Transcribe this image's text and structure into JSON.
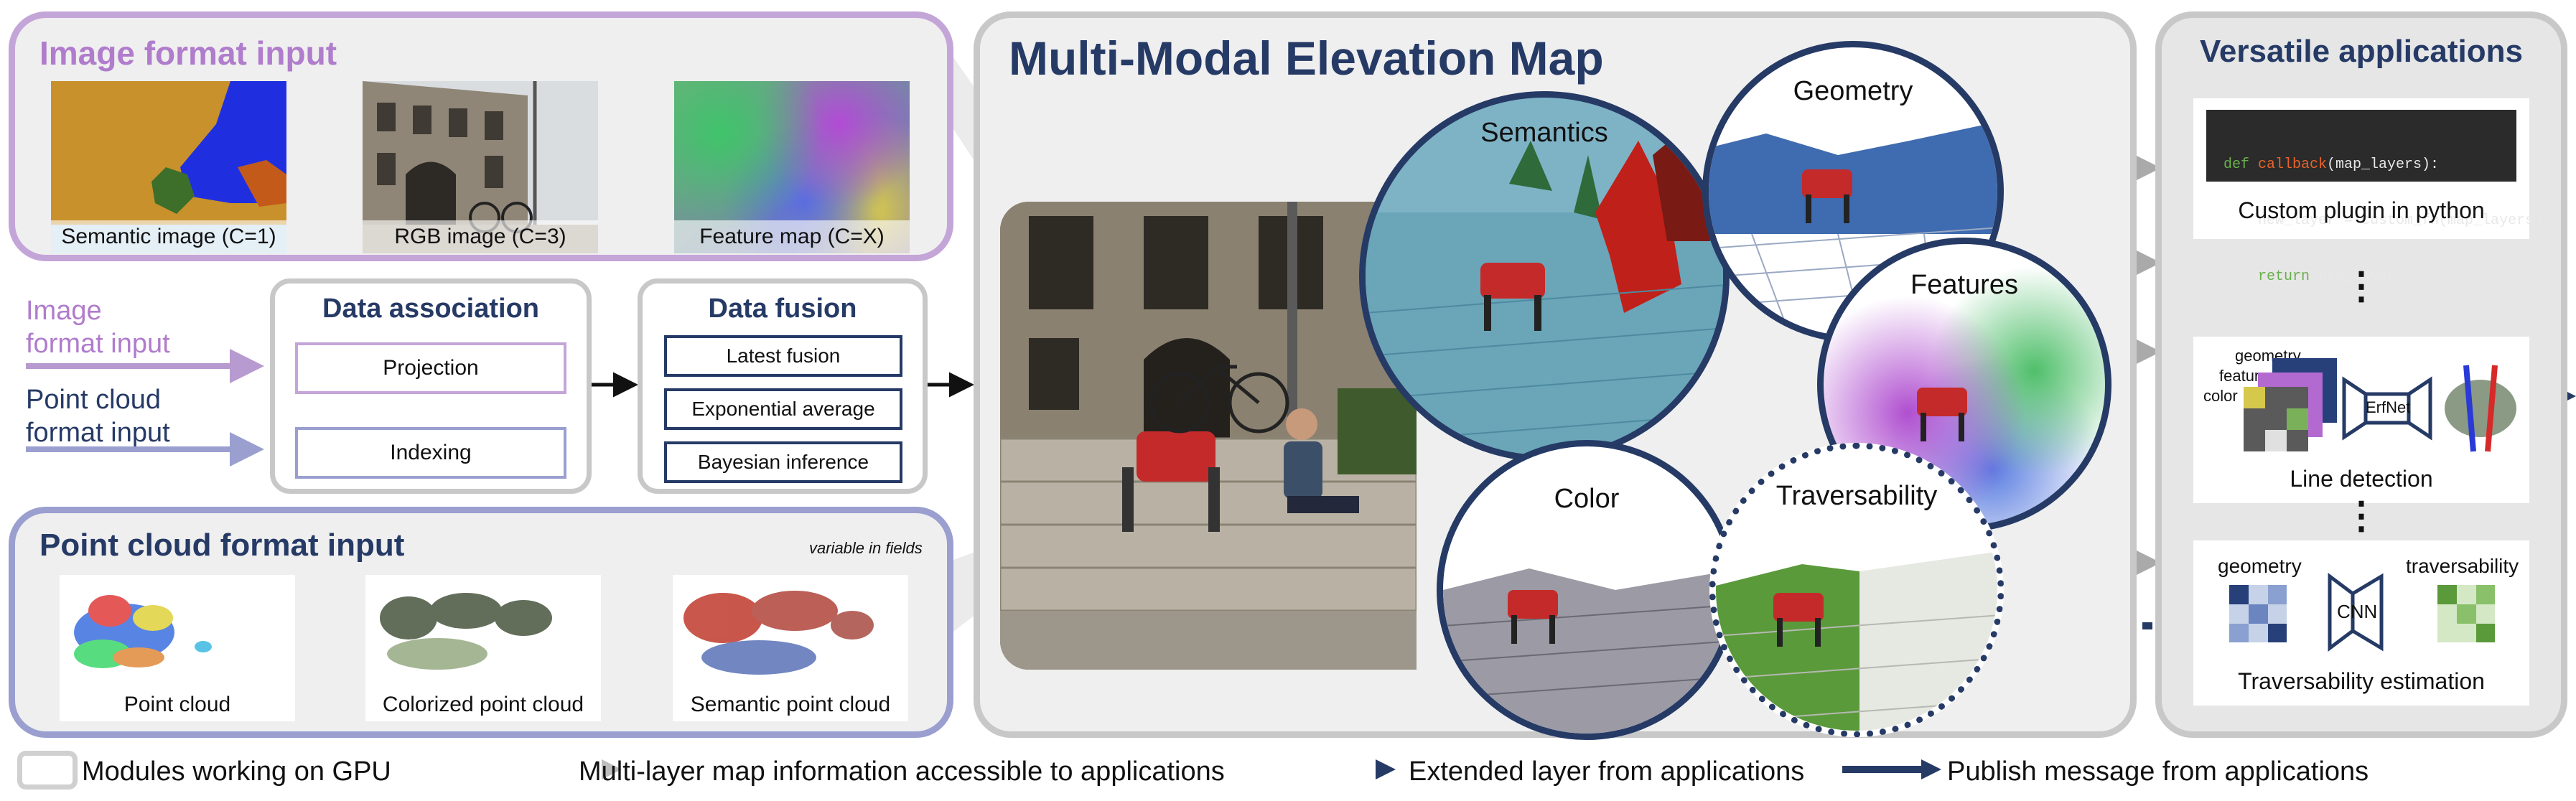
{
  "image_input": {
    "title": "Image format input",
    "thumbs": [
      {
        "caption": "Semantic image (C=1)"
      },
      {
        "caption": "RGB image (C=3)"
      },
      {
        "caption": "Feature map (C=X)"
      }
    ]
  },
  "left_inputs": {
    "image": "Image\nformat input",
    "point": "Point cloud\nformat input"
  },
  "association": {
    "title": "Data association",
    "items": [
      "Projection",
      "Indexing"
    ]
  },
  "fusion": {
    "title": "Data fusion",
    "items": [
      "Latest fusion",
      "Exponential average",
      "Bayesian inference"
    ]
  },
  "pointcloud_input": {
    "title": "Point cloud format input",
    "note": "variable in fields",
    "thumbs": [
      {
        "caption": "Point cloud"
      },
      {
        "caption": "Colorized point cloud"
      },
      {
        "caption": "Semantic point cloud"
      }
    ]
  },
  "elevation_map": {
    "title": "Multi-Modal Elevation Map",
    "layers": [
      "Semantics",
      "Geometry",
      "Features",
      "Color",
      "Traversability"
    ]
  },
  "applications": {
    "title": "Versatile applications",
    "code": [
      {
        "kw": "def ",
        "fn": "callback",
        "rest": "(map_layers):"
      },
      {
        "kw": "",
        "fn": "",
        "rest": "    new_layer = custom_fn(map_layers)"
      },
      {
        "kw": "    return ",
        "fn": "",
        "rest": "new_layer"
      }
    ],
    "plugin_caption": "Custom plugin in python",
    "ellipsis": "⋮",
    "line_detection": {
      "labels": [
        "geometry",
        "feature",
        "color"
      ],
      "net": "ErfNet",
      "caption": "Line detection"
    },
    "traversability": {
      "left_label": "geometry",
      "net": "CNN",
      "right_label": "traversability",
      "caption": "Traversability estimation"
    }
  },
  "legend": {
    "gpu": "Modules working on GPU",
    "multilayer": "Multi-layer map information accessible to applications",
    "extended": "Extended layer from applications",
    "publish": "Publish message from applications"
  },
  "colors": {
    "purple": "#b79ad0",
    "lavender": "#9a9fd0",
    "navy": "#263a66",
    "gray": "#c8c8c8",
    "panel_bg": "#eeeeee"
  }
}
